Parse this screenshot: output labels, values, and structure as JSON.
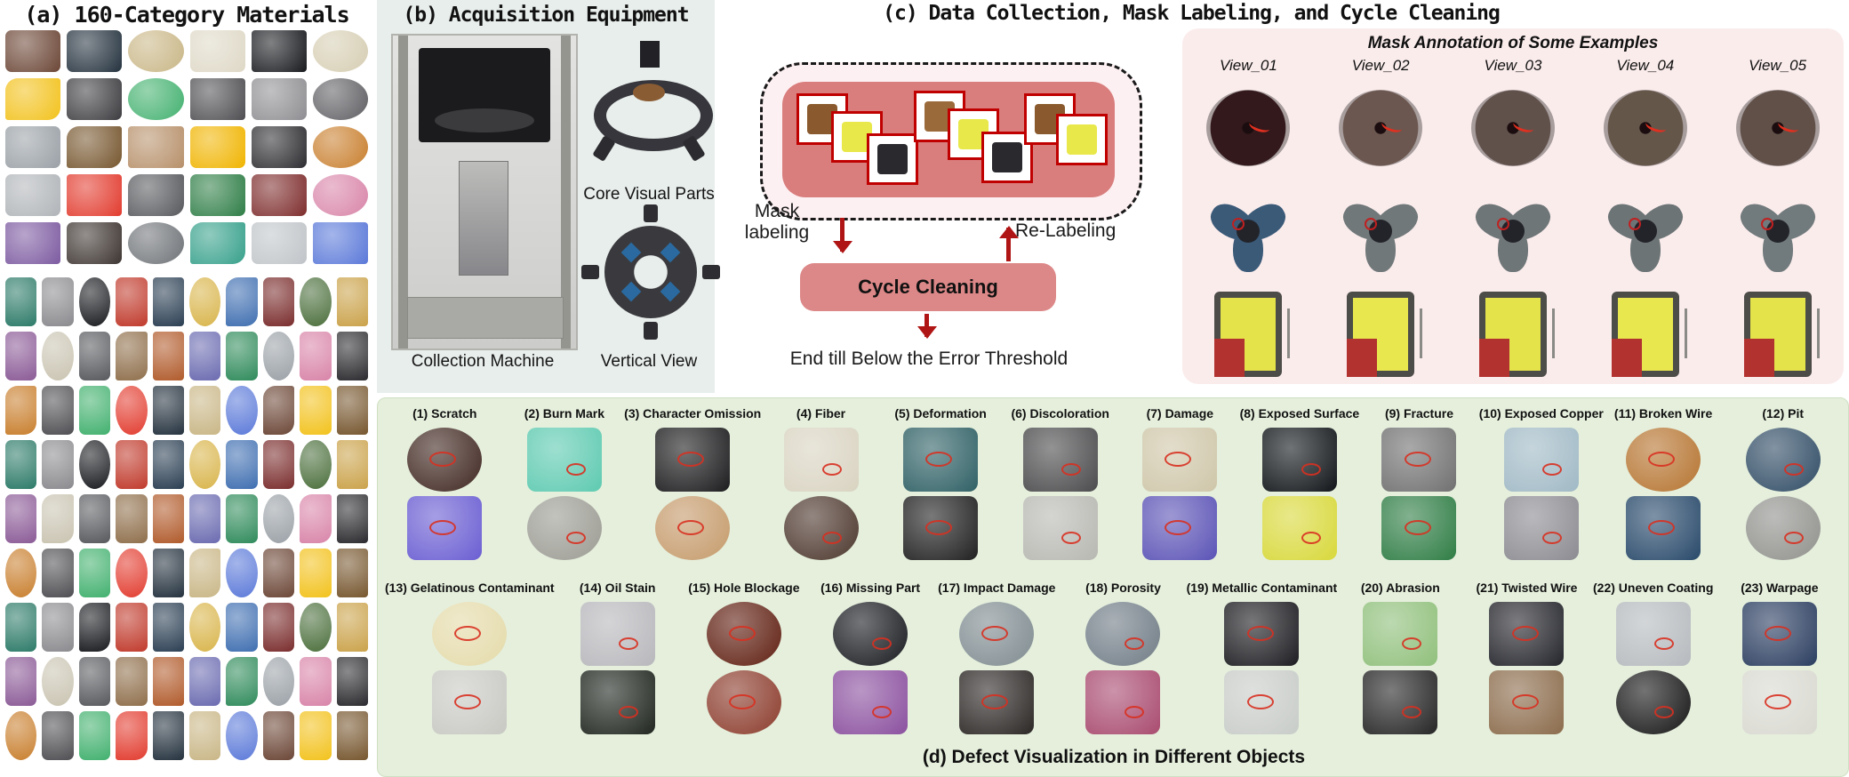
{
  "panel_a": {
    "title": "(a) 160-Category Materials",
    "large_cells": [
      "#6b4636",
      "#24323e",
      "#c9b686",
      "#ded8c6",
      "#17191d",
      "#d6cdb2",
      "#f2c21c",
      "#3c3c40",
      "#41b06e",
      "#4e4e52",
      "#8e8e92",
      "#5e5e62",
      "#9aa0a6",
      "#76562e",
      "#b7906a",
      "#f0b400",
      "#2c2c30",
      "#c87e2c",
      "#b0b4b8",
      "#e23b2e",
      "#56585c",
      "#2e7d46",
      "#7e2c2c",
      "#d884a8",
      "#7c5aa0",
      "#3c3430",
      "#6e7276",
      "#36a08a",
      "#c0c4c8",
      "#5a78d8"
    ],
    "small_cells": [
      "#2c7a68",
      "#8a8a8e",
      "#17191d",
      "#c0392b",
      "#2a3e52",
      "#d8b44a",
      "#3e6eb0",
      "#7a2c2c",
      "#4a6e3a",
      "#caa24a",
      "#8a5a96",
      "#c9c3b0",
      "#56585c",
      "#8e6e4a",
      "#b05a2a",
      "#6a6ab0",
      "#2e8a5a",
      "#9aa0a6",
      "#d884a8",
      "#2a2a2e",
      "#c87e2c",
      "#4e4e52",
      "#41b06e",
      "#e23b2e",
      "#24323e",
      "#c9b686",
      "#5a78d8",
      "#6b4636",
      "#f2c21c",
      "#76562e"
    ],
    "small_count": 90
  },
  "panel_b": {
    "title": "(b) Acquisition Equipment",
    "machine_label": "Collection Machine",
    "core_label": "Core Visual Parts",
    "vertical_label": "Vertical View"
  },
  "panel_c": {
    "title": "(c) Data Collection, Mask Labeling, and Cycle Cleaning",
    "mask_labeling_label": "Mask labeling",
    "relabeling_label": "Re-Labeling",
    "cycle_box_label": "Cycle Cleaning",
    "end_label": "End till Below the Error Threshold",
    "pool_colors": [
      "#8a5a2e",
      "#e8e84a",
      "#2a2a2e",
      "#9a6a3a",
      "#e8e84a",
      "#2a2a2e",
      "#8a5a2e",
      "#e8e84a"
    ],
    "annotation": {
      "title": "Mask Annotation of Some Examples",
      "views": [
        "View_01",
        "View_02",
        "View_03",
        "View_04",
        "View_05"
      ],
      "rows": [
        {
          "type": "speaker",
          "colors": [
            "#33191c",
            "#6b574f",
            "#61514b",
            "#65564a",
            "#605048"
          ]
        },
        {
          "type": "fan",
          "colors": [
            "#3a5a78",
            "#70787a",
            "#6e7678",
            "#6c7476",
            "#717a7c"
          ]
        },
        {
          "type": "transformer",
          "colors": [
            "#e4e44a",
            "#e8e84e",
            "#e4e44a",
            "#e8e84e",
            "#e4e44a"
          ]
        }
      ]
    }
  },
  "panel_d": {
    "caption": "(d) Defect Visualization in Different Objects",
    "row1": [
      {
        "label": "(1) Scratch",
        "top": "#3f2620",
        "ts": "circle",
        "bottom": "#6a5ed2",
        "bs": "rect"
      },
      {
        "label": "(2) Burn Mark",
        "top": "#5ecab0",
        "ts": "rect",
        "bottom": "#9b9b93",
        "bs": "circle"
      },
      {
        "label": "(3) Character Omission",
        "top": "#1c1c1e",
        "ts": "rect",
        "bottom": "#c59a6a",
        "bs": "circle"
      },
      {
        "label": "(4) Fiber",
        "top": "#d9d3c1",
        "ts": "rect",
        "bottom": "#4b362c",
        "bs": "circle"
      },
      {
        "label": "(5) Deformation",
        "top": "#2f6065",
        "ts": "rect",
        "bottom": "#202020",
        "bs": "rect"
      },
      {
        "label": "(6) Discoloration",
        "top": "#4b4b4d",
        "ts": "rect",
        "bottom": "#b8b8b2",
        "bs": "rect"
      },
      {
        "label": "(7) Damage",
        "top": "#cfc6a9",
        "ts": "rect",
        "bottom": "#5b53b6",
        "bs": "rect"
      },
      {
        "label": "(8) Exposed Surface",
        "top": "#111519",
        "ts": "rect",
        "bottom": "#d8d83c",
        "bs": "rect"
      },
      {
        "label": "(9) Fracture",
        "top": "#707070",
        "ts": "rect",
        "bottom": "#2f7d45",
        "bs": "rect"
      },
      {
        "label": "(10) Exposed Copper",
        "top": "#a0b9c5",
        "ts": "rect",
        "bottom": "#8b8b91",
        "bs": "rect"
      },
      {
        "label": "(11) Broken Wire",
        "top": "#b5732f",
        "ts": "circle",
        "bottom": "#28496a",
        "bs": "rect"
      },
      {
        "label": "(12) Pit",
        "top": "#2f4b64",
        "ts": "circle",
        "bottom": "#90908c",
        "bs": "circle"
      }
    ],
    "row2": [
      {
        "label": "(13) Gelatinous Contaminant",
        "top": "#e4daa9",
        "ts": "circle",
        "bottom": "#c8c8c3",
        "bs": "rect"
      },
      {
        "label": "(14) Oil Stain",
        "top": "#b8b8bc",
        "ts": "rect",
        "bottom": "#20261f",
        "bs": "rect"
      },
      {
        "label": "(15) Hole Blockage",
        "top": "#5f1e10",
        "ts": "circle",
        "bottom": "#8b3b2b",
        "bs": "circle"
      },
      {
        "label": "(16) Missing Part",
        "top": "#17191e",
        "ts": "circle",
        "bottom": "#8b509f",
        "bs": "rect"
      },
      {
        "label": "(17) Impact Damage",
        "top": "#7f8b90",
        "ts": "circle",
        "bottom": "#2b2725",
        "bs": "rect"
      },
      {
        "label": "(18) Porosity",
        "top": "#6f7b85",
        "ts": "circle",
        "bottom": "#a94b6f",
        "bs": "rect"
      },
      {
        "label": "(19) Metallic Contaminant",
        "top": "#1d1d21",
        "ts": "rect",
        "bottom": "#c8ccc8",
        "bs": "rect"
      },
      {
        "label": "(20) Abrasion",
        "top": "#90c07b",
        "ts": "rect",
        "bottom": "#252525",
        "bs": "rect"
      },
      {
        "label": "(21) Twisted Wire",
        "top": "#24252b",
        "ts": "rect",
        "bottom": "#8b6b4b",
        "bs": "rect"
      },
      {
        "label": "(22) Uneven Coating",
        "top": "#b6babe",
        "ts": "rect",
        "bottom": "#151515",
        "bs": "circle"
      },
      {
        "label": "(23) Warpage",
        "top": "#2b3e60",
        "ts": "rect",
        "bottom": "#d9d9d1",
        "bs": "rect"
      }
    ]
  }
}
